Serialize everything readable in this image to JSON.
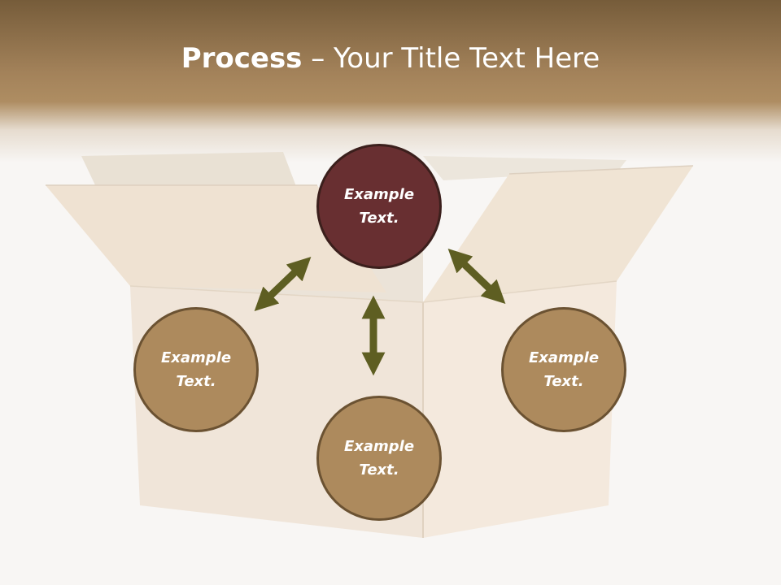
{
  "title": {
    "bold": "Process",
    "rest": " – Your Title Text Here"
  },
  "diagram": {
    "nodes": [
      {
        "id": "top",
        "text": "Example\nText.",
        "color": "#682f31"
      },
      {
        "id": "left",
        "text": "Example\nText.",
        "color": "#ad8a5d"
      },
      {
        "id": "bottom",
        "text": "Example\nText.",
        "color": "#ad8a5d"
      },
      {
        "id": "right",
        "text": "Example\nText.",
        "color": "#ad8a5d"
      }
    ],
    "arrow_color": "#5e5e22",
    "background_image": "cardboard-box"
  }
}
